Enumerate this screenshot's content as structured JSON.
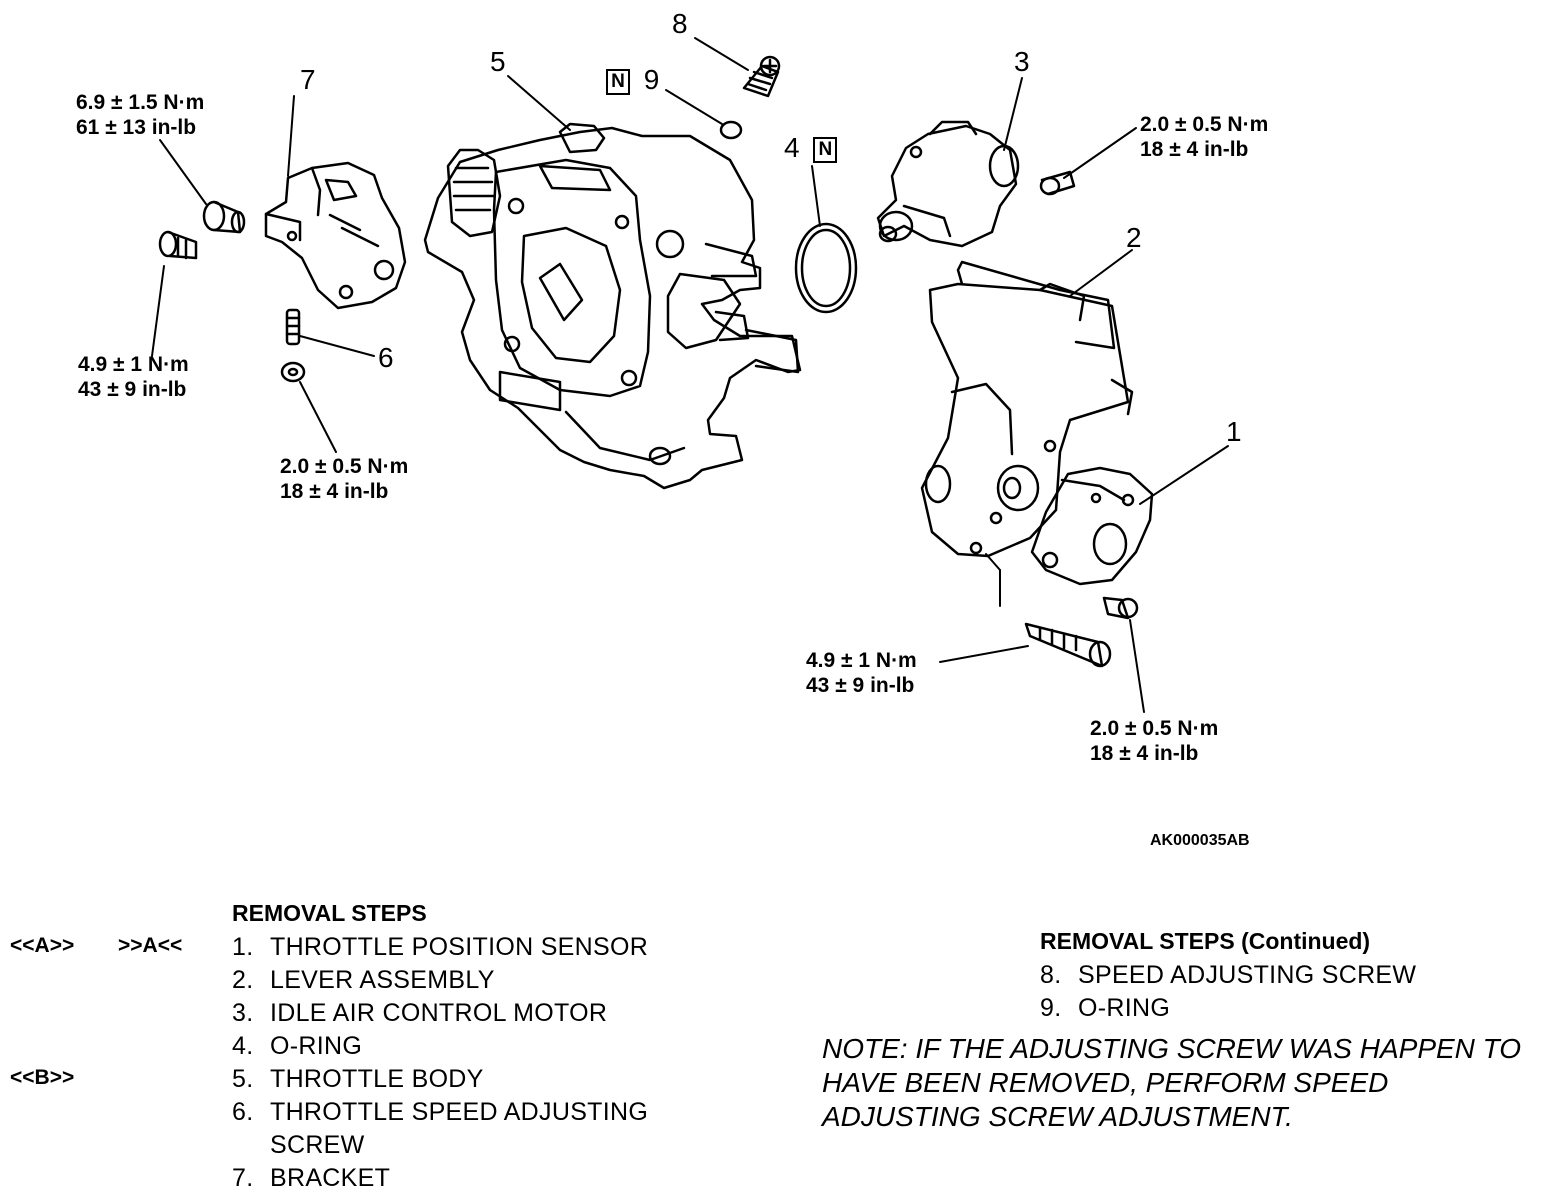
{
  "figure_id": "AK000035AB",
  "callouts": {
    "c1": "1",
    "c2": "2",
    "c3": "3",
    "c4": "4",
    "c5": "5",
    "c6": "6",
    "c7": "7",
    "c8": "8",
    "c9": "9",
    "n_mark": "N"
  },
  "torque_specs": {
    "t_bracket_top": [
      "6.9 ± 1.5 N·m",
      "61 ± 13 in-lb"
    ],
    "t_bracket_low": [
      "4.9 ± 1 N·m",
      "43 ± 9 in-lb"
    ],
    "t_nut6": [
      "2.0 ± 0.5 N·m",
      "18 ± 4 in-lb"
    ],
    "t_iac": [
      "2.0 ± 0.5 N·m",
      "18 ± 4 in-lb"
    ],
    "t_lever": [
      "4.9 ± 1 N·m",
      "43 ± 9 in-lb"
    ],
    "t_tps": [
      "2.0 ± 0.5 N·m",
      "18 ± 4 in-lb"
    ]
  },
  "removal_steps": {
    "heading": "REMOVAL STEPS",
    "refs": {
      "r1a": "<<A>>",
      "r1b": ">>A<<",
      "r5": "<<B>>"
    },
    "items": [
      {
        "num": "1.",
        "text": "THROTTLE POSITION SENSOR"
      },
      {
        "num": "2.",
        "text": "LEVER ASSEMBLY"
      },
      {
        "num": "3.",
        "text": "IDLE AIR CONTROL MOTOR"
      },
      {
        "num": "4.",
        "text": "O-RING"
      },
      {
        "num": "5.",
        "text": "THROTTLE BODY"
      },
      {
        "num": "6.",
        "text": "THROTTLE SPEED ADJUSTING"
      },
      {
        "num": "",
        "text": "SCREW"
      },
      {
        "num": "7.",
        "text": "BRACKET"
      }
    ]
  },
  "removal_steps_continued": {
    "heading": "REMOVAL STEPS (Continued)",
    "items": [
      {
        "num": "8.",
        "text": "SPEED ADJUSTING SCREW"
      },
      {
        "num": "9.",
        "text": "O-RING"
      }
    ]
  },
  "note": "NOTE: IF THE ADJUSTING SCREW WAS HAPPEN TO HAVE BEEN REMOVED, PERFORM SPEED ADJUSTING SCREW ADJUSTMENT."
}
